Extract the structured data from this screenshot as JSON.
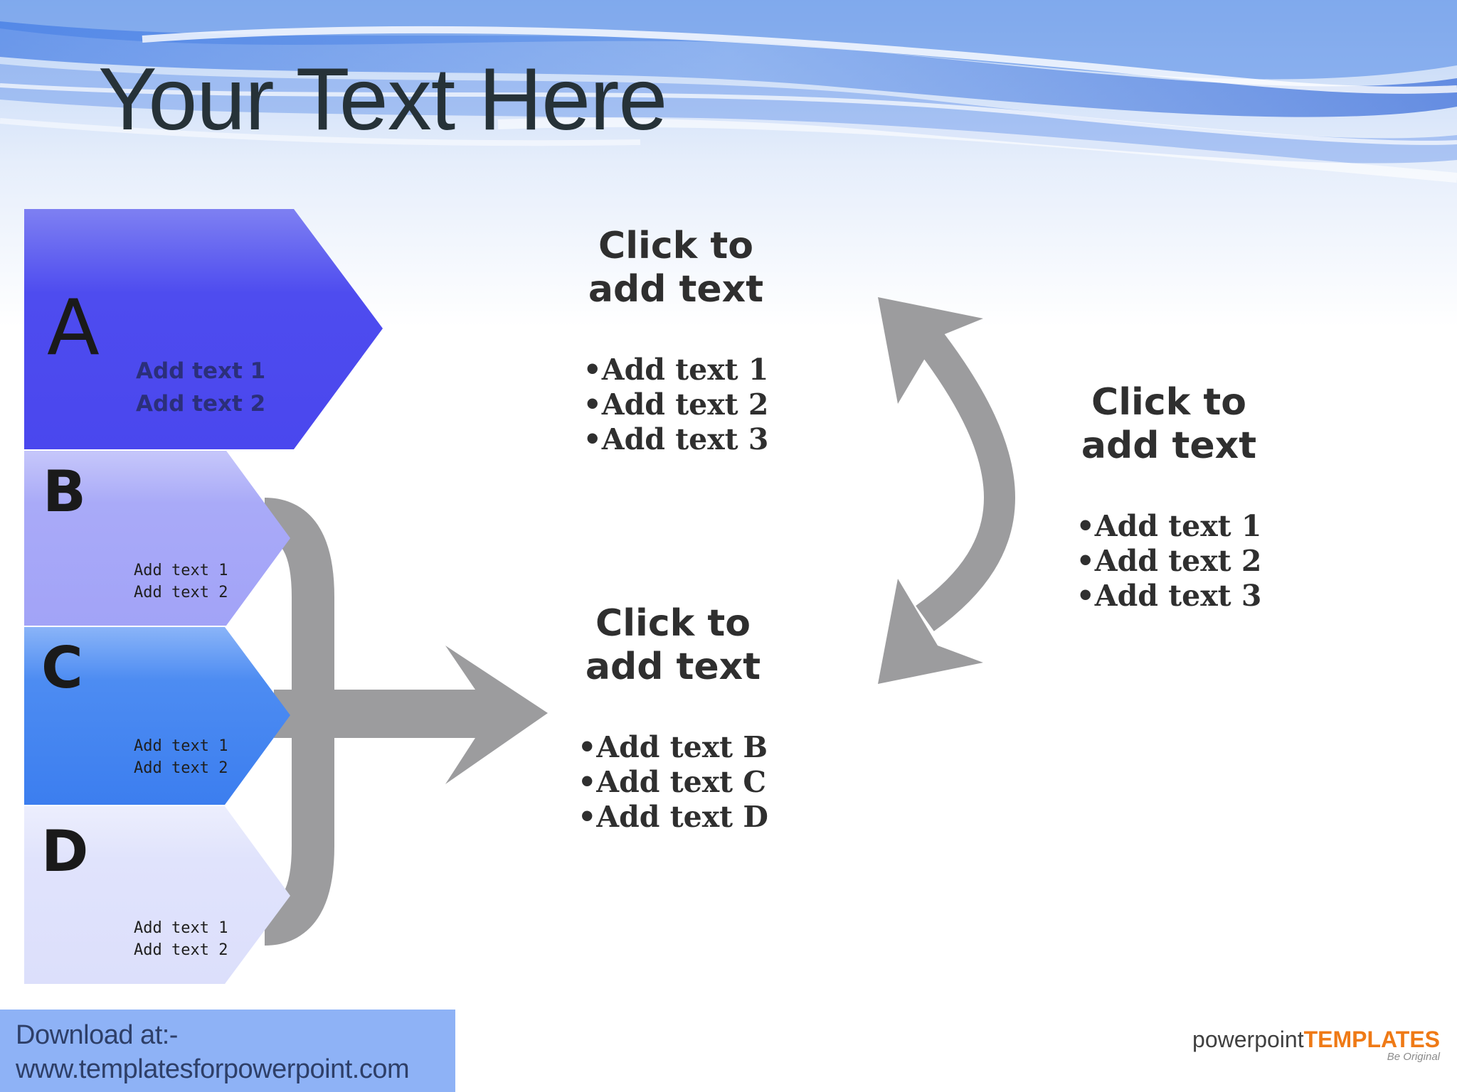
{
  "title": "Your Text Here",
  "blocks": [
    {
      "letter": "A",
      "text_1": "Add text 1",
      "text_2": "Add text 2"
    },
    {
      "letter": "B",
      "text_1": "Add text 1",
      "text_2": "Add text 2"
    },
    {
      "letter": "C",
      "text_1": "Add text 1",
      "text_2": "Add text 2"
    },
    {
      "letter": "D",
      "text_1": "Add text 1",
      "text_2": "Add text 2"
    }
  ],
  "textboxes": [
    {
      "heading_line_1": "Click to",
      "heading_line_2": "add text",
      "bullets": [
        "•Add text 1",
        "•Add text 2",
        "•Add text 3"
      ]
    },
    {
      "heading_line_1": "Click to",
      "heading_line_2": "add text",
      "bullets": [
        "•Add text 1",
        "•Add text 2",
        "•Add text 3"
      ]
    },
    {
      "heading_line_1": "Click to",
      "heading_line_2": "add text",
      "bullets": [
        "•Add text B",
        "•Add text C",
        "•Add text D"
      ]
    }
  ],
  "footer": {
    "download_line_1": "Download at:-",
    "download_line_2": "www.templatesforpowerpoint.com"
  },
  "logo": {
    "part_1": "powerpoint",
    "part_2": "TEMPLATES",
    "tagline": "Be Original"
  },
  "colors": {
    "block_a": "#4a47ee",
    "block_b": "#a5a6f7",
    "block_c": "#3f82f0",
    "block_d": "#dfe2fb",
    "arrow_gray": "#9c9c9e",
    "background_blue": "#3c78e6",
    "logo_orange": "#ef7a16"
  }
}
